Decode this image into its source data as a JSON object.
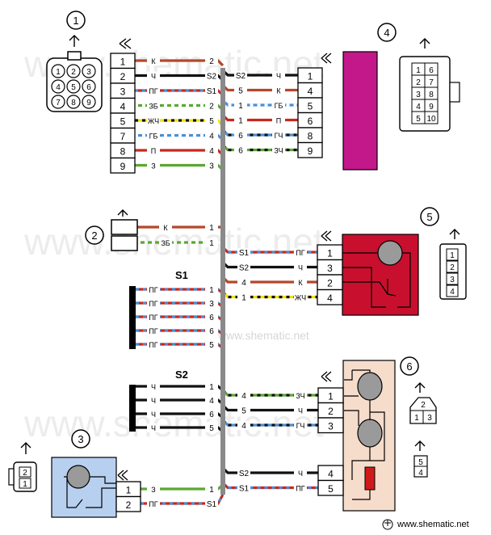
{
  "watermark": {
    "text": "www.shematic.net",
    "footer": "www.shematic.net"
  },
  "components": {
    "c1": "1",
    "c2": "2",
    "c3": "3",
    "c4": "4",
    "c5": "5",
    "c6": "6",
    "s1": "S1",
    "s2": "S2"
  },
  "block_left": {
    "pins": [
      "1",
      "2",
      "3",
      "4",
      "5",
      "7",
      "8",
      "9"
    ],
    "face": [
      "1",
      "2",
      "3",
      "4",
      "5",
      "6",
      "7",
      "8",
      "9"
    ]
  },
  "connector2": {
    "pins": [
      "1",
      "1"
    ]
  },
  "block4": {
    "pins": [
      "1",
      "4",
      "5",
      "6",
      "8",
      "9"
    ],
    "face": [
      "1",
      "6",
      "2",
      "7",
      "3",
      "8",
      "4",
      "9",
      "5",
      "10"
    ]
  },
  "block5": {
    "pins": [
      "1",
      "3",
      "2",
      "4"
    ],
    "face": [
      "1",
      "2",
      "3",
      "4"
    ]
  },
  "block6": {
    "pins": [
      "1",
      "2",
      "3",
      "4",
      "5"
    ],
    "conn_a": [
      "2",
      "1",
      "3"
    ],
    "conn_b": [
      "5",
      "4"
    ]
  },
  "block3": {
    "pins": [
      "1",
      "2"
    ],
    "face": [
      "2",
      "1"
    ]
  },
  "wires": {
    "w1": {
      "code": "К",
      "end": "2"
    },
    "w2": {
      "code": "Ч",
      "end": "S2"
    },
    "w3": {
      "code": "ПГ",
      "end": "S1"
    },
    "w4": {
      "code": "ЗБ",
      "end": "2"
    },
    "w5": {
      "code": "ЖЧ",
      "end": "5"
    },
    "w7": {
      "code": "ГБ",
      "end": "4"
    },
    "w8": {
      "code": "П",
      "end": "4"
    },
    "w9": {
      "code": "З",
      "end": "3"
    },
    "c2a": {
      "code": "К",
      "end": "1"
    },
    "c2b": {
      "code": "ЗБ",
      "end": "1"
    },
    "b4_1": {
      "code": "Ч",
      "end": "S2"
    },
    "b4_4": {
      "code": "К",
      "end": "5"
    },
    "b4_5": {
      "code": "ГБ",
      "end": "1"
    },
    "b4_6": {
      "code": "П",
      "end": "1"
    },
    "b4_8": {
      "code": "ГЧ",
      "end": "6"
    },
    "b4_9": {
      "code": "ЗЧ",
      "end": "6"
    },
    "b5_1": {
      "code": "ПГ",
      "end": "S1"
    },
    "b5_3": {
      "code": "Ч",
      "end": "S2"
    },
    "b5_2": {
      "code": "К",
      "end": "4"
    },
    "b5_4": {
      "code": "ЖЧ",
      "end": "1"
    },
    "s1_1": {
      "code": "ПГ",
      "end": "1"
    },
    "s1_2": {
      "code": "ПГ",
      "end": "3"
    },
    "s1_3": {
      "code": "ПГ",
      "end": "6"
    },
    "s1_4": {
      "code": "ПГ",
      "end": "6"
    },
    "s1_5": {
      "code": "ПГ",
      "end": "5"
    },
    "s2_1": {
      "code": "Ч",
      "end": "1"
    },
    "s2_2": {
      "code": "Ч",
      "end": "4"
    },
    "s2_3": {
      "code": "Ч",
      "end": "6"
    },
    "s2_4": {
      "code": "Ч",
      "end": "5"
    },
    "b6_1": {
      "code": "ЗЧ",
      "end": "4"
    },
    "b6_2": {
      "code": "Ч",
      "end": "5"
    },
    "b6_3": {
      "code": "ГЧ",
      "end": "4"
    },
    "b6_4": {
      "code": "Ч",
      "end": "S2"
    },
    "b6_5": {
      "code": "ПГ",
      "end": "S1"
    },
    "b3_1": {
      "code": "З",
      "end": "1"
    },
    "b3_2": {
      "code": "ПГ",
      "end": "S1"
    }
  },
  "colors": {
    "trunk": "#8a8a8a",
    "block4": "#c2188a",
    "block5": "#c8102e",
    "block6": "#f6dccb",
    "block3": "#b8d0f0",
    "red": "#c8281e",
    "brown": "#b5472b",
    "black": "#111111",
    "green": "#5aa832",
    "yellow": "#f2e200",
    "blue": "#4a8fd6",
    "grey": "#b4b4b4"
  }
}
